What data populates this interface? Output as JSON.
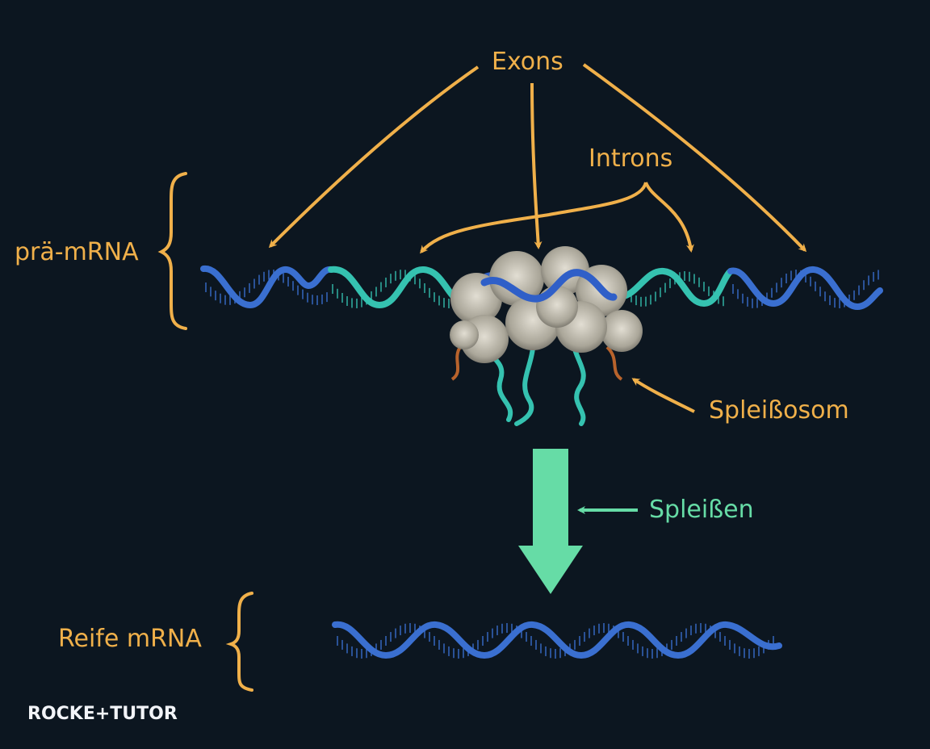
{
  "labels": {
    "exons": "Exons",
    "introns": "Introns",
    "pre_mrna": "prä-mRNA",
    "spliceosome": "Spleißosom",
    "splicing": "Spleißen",
    "mature_mrna": "Reife mRNA"
  },
  "logo": {
    "text": "ROCKE+TUTOR"
  },
  "colors": {
    "background": "#0c1620",
    "label": "#f0b04a",
    "splicing_label": "#66dca6",
    "exon_strand": "#3a6fd0",
    "intron_strand": "#35c2b0",
    "spliceosome_protein": "#c9c4b8"
  },
  "icons": {
    "brace": "left-curly-brace",
    "arrow": "curved-arrow",
    "process_arrow": "thick-down-arrow"
  }
}
